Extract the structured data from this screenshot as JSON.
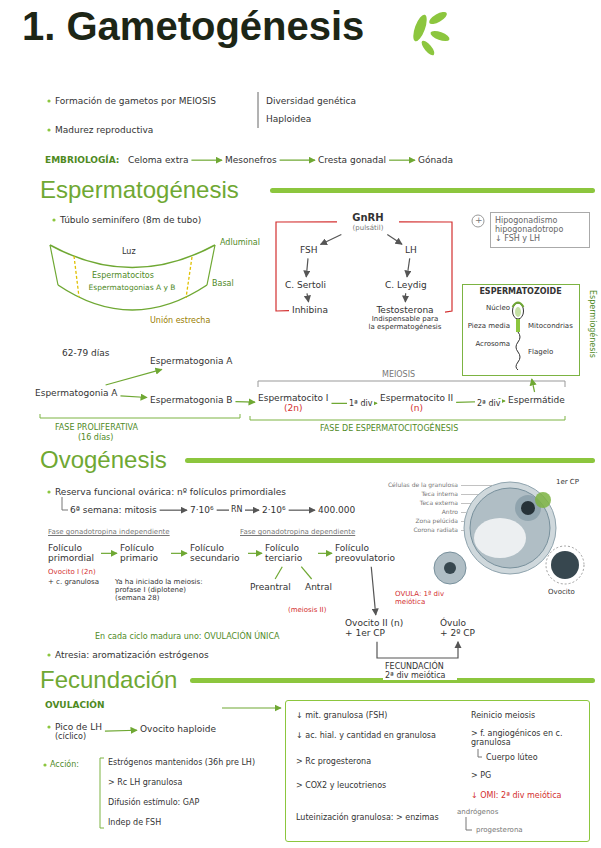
{
  "diagram": {
    "title": "1. Gametogénesis",
    "nodes": [
      {
        "text": [
          "Celoma extra"
        ]
      },
      {
        "text": [
          "Mesonefros"
        ]
      },
      {
        "text": [
          "Cresta gonadal"
        ]
      },
      {
        "text": [
          "Gónada"
        ]
      },
      {
        "text": [
          "GnRH",
          "(pulsátil)"
        ]
      },
      {
        "text": [
          "FSH"
        ]
      },
      {
        "text": [
          "LH"
        ]
      },
      {
        "text": [
          "C. Sertoli"
        ]
      },
      {
        "text": [
          "C. Leydig"
        ]
      },
      {
        "text": [
          "Inhibina"
        ]
      },
      {
        "text": [
          "Testosterona",
          "Indispensable para la espermatogénesis"
        ]
      },
      {
        "text": [
          "Hipogonadismo hipogonadotropo",
          "↓ FSH y LH"
        ]
      },
      {
        "text": [
          "Espermatogonia A"
        ]
      },
      {
        "text": [
          "Espermatogonia A"
        ]
      },
      {
        "text": [
          "Espermatogonia B"
        ]
      },
      {
        "text": [
          "Espermatocito I",
          "(2n)"
        ]
      },
      {
        "text": [
          "Espermatocito II",
          "(n)"
        ]
      },
      {
        "text": [
          "Espermátide"
        ]
      },
      {
        "text": [
          "ESPERMATOZOIDE"
        ]
      },
      {
        "text": [
          "6ª semana: mitosis"
        ]
      },
      {
        "text": [
          "7·10⁶"
        ]
      },
      {
        "text": [
          "2·10⁶"
        ]
      },
      {
        "text": [
          "400.000"
        ]
      },
      {
        "text": [
          "Folículo primordial"
        ]
      },
      {
        "text": [
          "Folículo primario"
        ]
      },
      {
        "text": [
          "Folículo secundario"
        ]
      },
      {
        "text": [
          "Folículo terciario"
        ]
      },
      {
        "text": [
          "Folículo preovulatorio"
        ]
      },
      {
        "text": [
          "Preantral"
        ]
      },
      {
        "text": [
          "Antral"
        ]
      },
      {
        "text": [
          "Ovocito II (n) + 1er CP"
        ]
      },
      {
        "text": [
          "Óvulo + 2º CP"
        ]
      },
      {
        "text": [
          "Pico de LH",
          "(cíclico)"
        ]
      },
      {
        "text": [
          "Ovocito haploide"
        ]
      },
      {
        "text": [
          "↓ mit. granulosa (FSH)",
          "↓ ac. hial. y cantidad en granulosa",
          "> Rc progesterona",
          "> COX2 y leucotrienos",
          "Luteinización granulosa: > enzimas",
          "Reinicio meiosis",
          "> f. angiogénicos en c. granulosa",
          "Cuerpo lúteo",
          "> PG",
          "↓ OMI: 2ª div meiótica"
        ]
      }
    ],
    "edges": [
      {
        "from": 0,
        "to": 1,
        "arrow": "to"
      },
      {
        "from": 1,
        "to": 2,
        "arrow": "to"
      },
      {
        "from": 2,
        "to": 3,
        "arrow": "to"
      },
      {
        "from": 4,
        "to": 5,
        "arrow": "to"
      },
      {
        "from": 4,
        "to": 6,
        "arrow": "to"
      },
      {
        "from": 5,
        "to": 7,
        "arrow": "to"
      },
      {
        "from": 6,
        "to": 8,
        "arrow": "to"
      },
      {
        "from": 7,
        "to": 9,
        "arrow": "to"
      },
      {
        "from": 8,
        "to": 10,
        "arrow": "to"
      },
      {
        "from": 9,
        "to": 4,
        "arrow": "none"
      },
      {
        "from": 10,
        "to": 4,
        "arrow": "none"
      },
      {
        "from": 12,
        "to": 13,
        "arrow": "to"
      },
      {
        "from": 12,
        "to": 14,
        "arrow": "to"
      },
      {
        "from": 14,
        "to": 15,
        "arrow": "to"
      },
      {
        "from": 15,
        "to": 16,
        "label": "1ª div",
        "arrow": "to"
      },
      {
        "from": 16,
        "to": 17,
        "label": "2ª div",
        "arrow": "to"
      },
      {
        "from": 17,
        "to": 18,
        "arrow": "to"
      },
      {
        "from": 19,
        "to": 20,
        "arrow": "to"
      },
      {
        "from": 20,
        "to": 21,
        "label": "RN",
        "arrow": "to"
      },
      {
        "from": 21,
        "to": 22,
        "arrow": "to"
      },
      {
        "from": 23,
        "to": 24,
        "arrow": "to"
      },
      {
        "from": 24,
        "to": 25,
        "arrow": "to"
      },
      {
        "from": 25,
        "to": 26,
        "arrow": "to"
      },
      {
        "from": 26,
        "to": 27,
        "arrow": "to"
      },
      {
        "from": 26,
        "to": 28,
        "arrow": "none"
      },
      {
        "from": 26,
        "to": 29,
        "arrow": "none"
      },
      {
        "from": 27,
        "to": 30,
        "arrow": "to"
      },
      {
        "from": 30,
        "to": 31,
        "label": "FECUNDACIÓN 2ª div meiótica",
        "arrow": "to"
      },
      {
        "from": 32,
        "to": 33,
        "arrow": "to"
      }
    ],
    "labels": [
      "Formación de gametos por MEIOSIS",
      "Diversidad genética",
      "Haploidea",
      "Madurez reproductiva",
      "EMBRIOLOGÍA:",
      "Espermatogénesis",
      "Túbulo seminífero (8m de tubo)",
      "Luz",
      "Adluminal",
      "Espermatocitos",
      "Espermatogonias A y B",
      "Basal",
      "Unión estrecha",
      "+",
      "62-79 días",
      "MEIOSIS",
      "FASE PROLIFERATIVA",
      "(16 días)",
      "FASE DE ESPERMATOCITOGÉNESIS",
      "Núcleo",
      "Pieza media",
      "Acrosoma",
      "Mitocondrias",
      "Flagelo",
      "Espermiogénesis",
      "Ovogénesis",
      "Reserva funcional ovárica: nº folículos primordiales",
      "Fase gonadotropina independiente",
      "Fase gonadotropina dependiente",
      "Ovocito I (2n)",
      "+ c. granulosa",
      "Ya ha iniciado la meiosis: profase I (diplotene) (semana 28)",
      "OVULA: 1ª div meiótica",
      "(meiosis II)",
      "En cada ciclo madura uno: OVULACIÓN ÚNICA",
      "Atresia: aromatización estrógenos",
      "Células de la granulosa",
      "Teca interna",
      "Teca externa",
      "Antro",
      "Zona pelúcida",
      "Corona radiata",
      "1er CP",
      "Ovocito",
      "Fecundación",
      "OVULACIÓN",
      "Acción:",
      "Estrógenos mantenidos (36h pre LH)",
      "> Rc LH granulosa",
      "Difusión estímulo: GAP",
      "Indep de FSH",
      "andrógenos",
      "progesterona"
    ]
  }
}
